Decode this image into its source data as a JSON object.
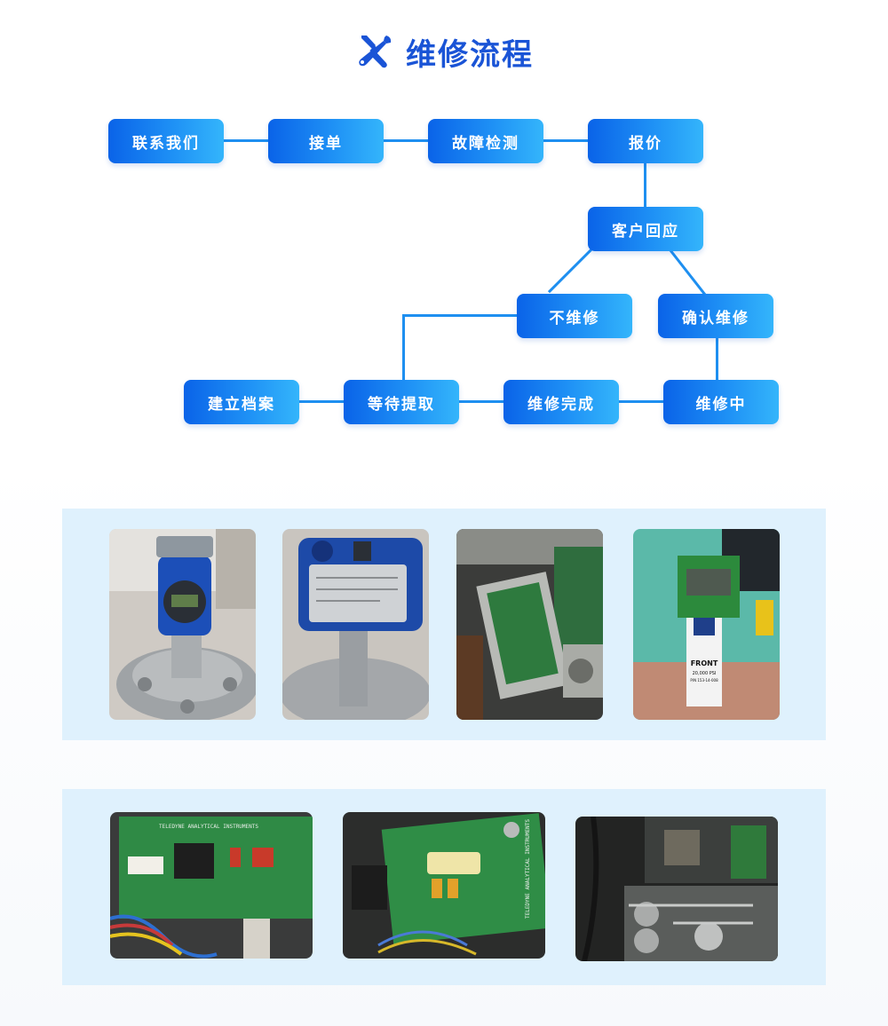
{
  "title": "维修流程",
  "icon": "wrench-screwdriver-icon",
  "colors": {
    "accent": "#1a54d6",
    "node_gradient_start": "#0a63e8",
    "node_gradient_end": "#34b5fb",
    "connector": "#1e8ff0",
    "gallery_background": "#dff1fd"
  },
  "flow": {
    "contact_us": "联系我们",
    "take_order": "接单",
    "fault_detection": "故障检测",
    "quotation": "报价",
    "customer_response": "客户回应",
    "no_repair": "不维修",
    "confirm_repair": "确认维修",
    "create_archive": "建立档案",
    "await_pickup": "等待提取",
    "repair_complete": "维修完成",
    "in_repair": "维修中"
  },
  "galleries": [
    {
      "photos": [
        "blue-level-transmitter-photo",
        "transmitter-nameplate-photo",
        "instrument-circuit-board-photo",
        "front-sensor-module-photo"
      ]
    },
    {
      "photos": [
        "teledyne-circuit-board-photo",
        "teledyne-board-capacitor-photo",
        "analyzer-internal-gas-path-photo"
      ]
    }
  ],
  "photo_labels": {
    "board_header": "TELEDYNE ANALYTICAL INSTRUMENTS",
    "board_side": "TELEDYNE ANALYTICAL INSTRUMENTS",
    "sensor_front": "FRONT",
    "sensor_psi": "20,000 PSI",
    "sensor_pn": "P/N 153-14-008"
  }
}
